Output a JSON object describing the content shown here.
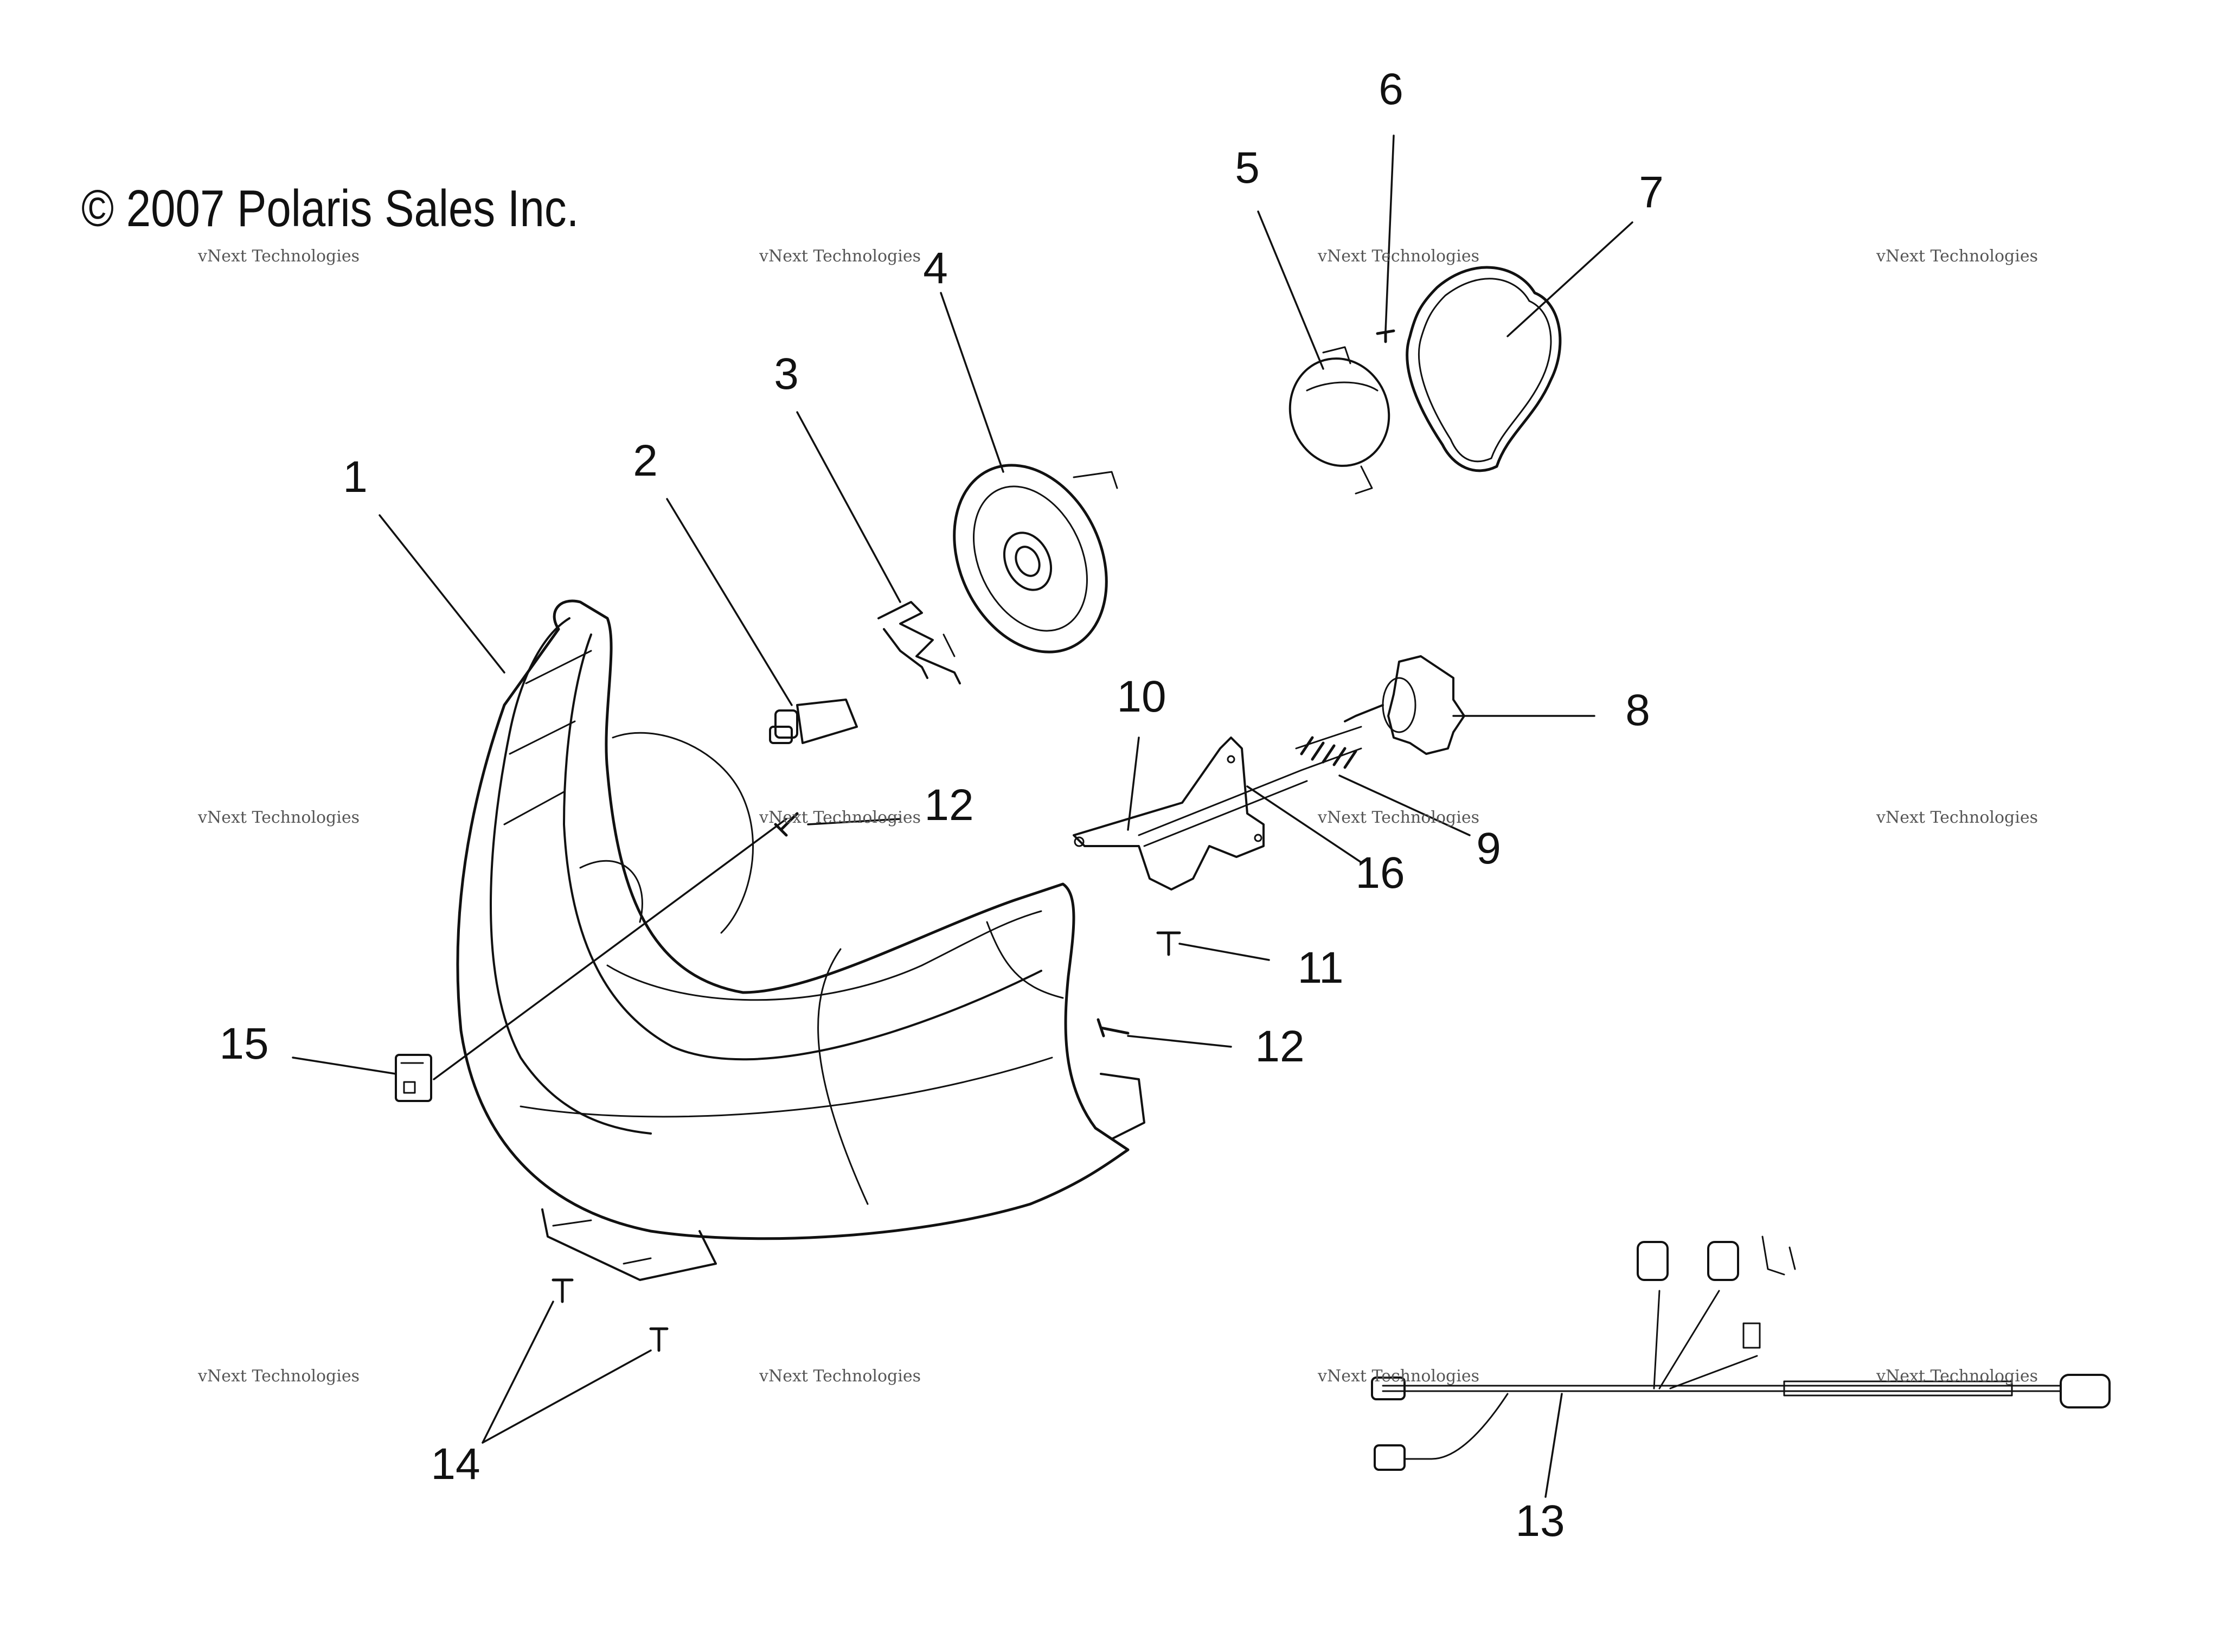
{
  "copyright": "© 2007 Polaris Sales Inc.",
  "watermark": {
    "line1": "vNext Technologies",
    "line2": "Technologies",
    "top": "vNext"
  },
  "callouts": [
    "1",
    "2",
    "3",
    "4",
    "5",
    "6",
    "7",
    "8",
    "9",
    "10",
    "11",
    "12",
    "12",
    "13",
    "14",
    "15",
    "16"
  ],
  "colors": {
    "line": "#111111",
    "watermark": "#c8c8c8"
  }
}
